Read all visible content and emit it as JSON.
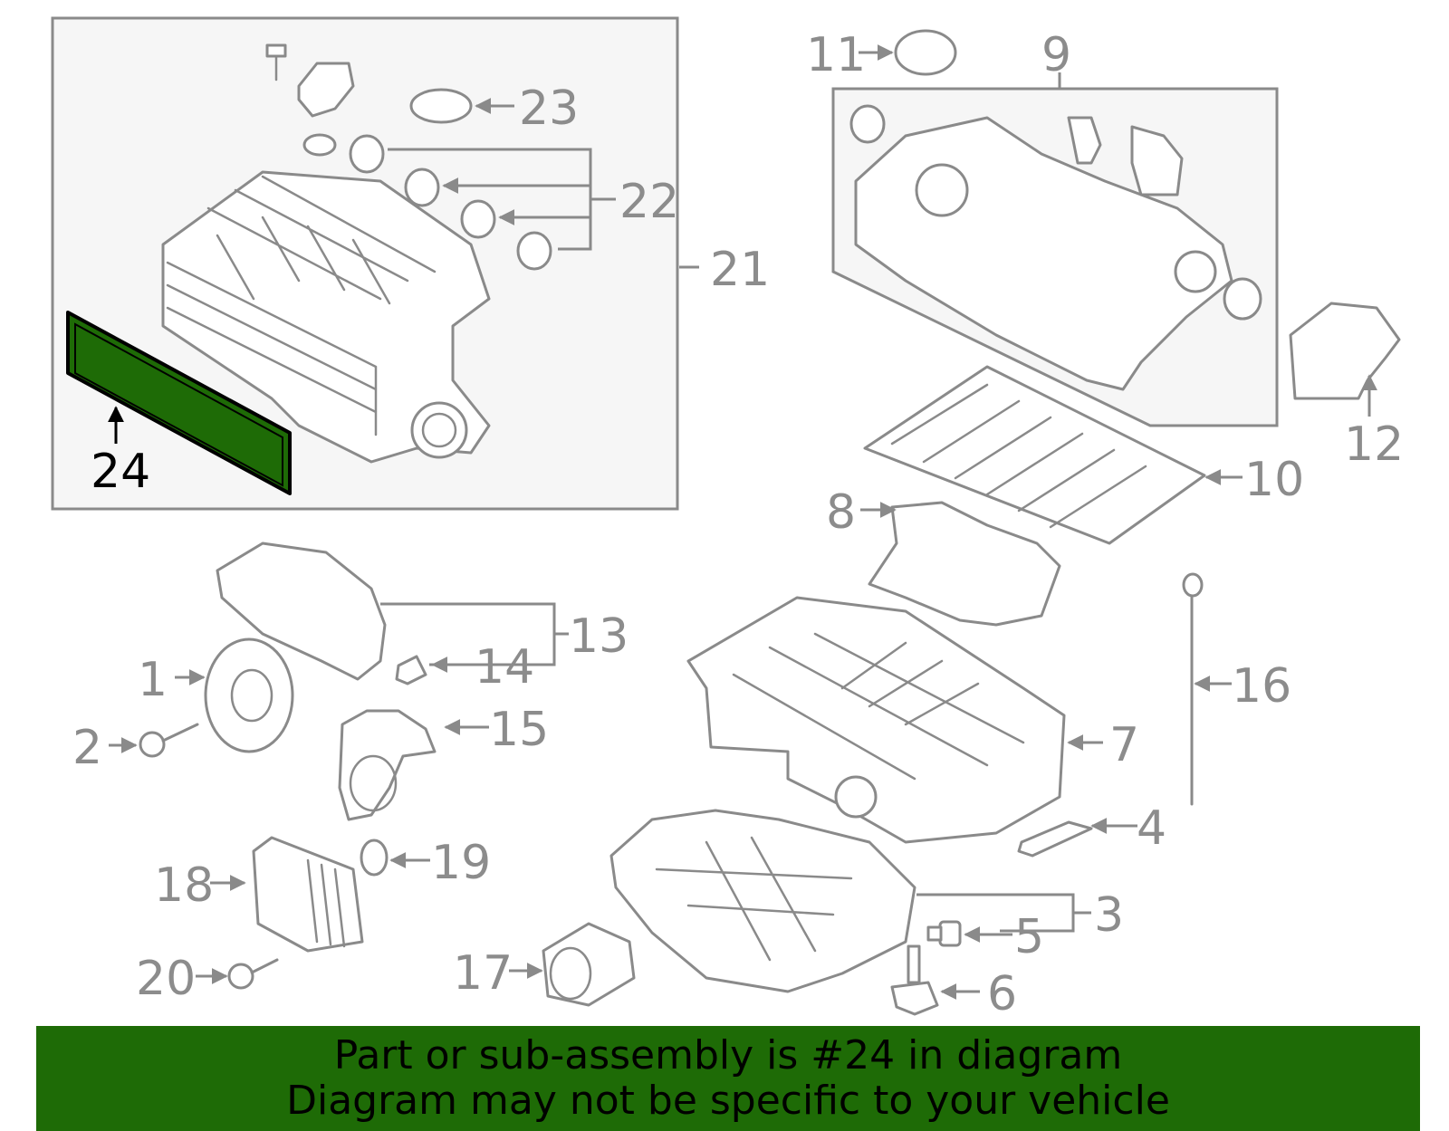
{
  "diagram": {
    "callouts": {
      "c1": "1",
      "c2": "2",
      "c3": "3",
      "c4": "4",
      "c5": "5",
      "c6": "6",
      "c7": "7",
      "c8": "8",
      "c9": "9",
      "c10": "10",
      "c11": "11",
      "c12": "12",
      "c13": "13",
      "c14": "14",
      "c15": "15",
      "c16": "16",
      "c17": "17",
      "c18": "18",
      "c19": "19",
      "c20": "20",
      "c21": "21",
      "c22": "22",
      "c23": "23",
      "c24": "24"
    },
    "highlighted_part": "24",
    "colors": {
      "highlight": "#1e6b06",
      "line_art": "#8a8a8a",
      "label_gray": "#8c8c8c",
      "group_box_fill": "#f6f6f6",
      "banner_background": "#1e6b06"
    }
  },
  "banner": {
    "line1": "Part or sub-assembly is #24 in diagram",
    "line2": "Diagram may not be specific to your vehicle"
  }
}
